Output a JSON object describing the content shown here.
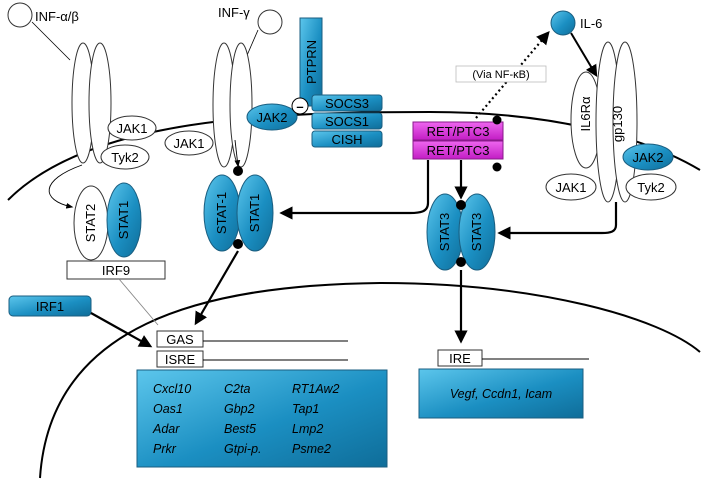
{
  "ligands": {
    "ifn_ab": "INF-α/β",
    "ifn_g": "INF-γ",
    "il6": "IL-6"
  },
  "receptor_labels": {
    "il6r": "IL6Rα",
    "gp130": "gp130"
  },
  "kinases": {
    "jak1_a": "JAK1",
    "tyk2_a": "Tyk2",
    "jak1_b": "JAK1",
    "jak2_b": "JAK2",
    "jak2_c": "JAK2",
    "jak1_c": "JAK1",
    "tyk2_c": "Tyk2"
  },
  "regulators": {
    "ptprn": "PTPRN",
    "socs3": "SOCS3",
    "socs1": "SOCS1",
    "cish": "CISH",
    "minus": "–"
  },
  "ret": {
    "top": "RET/PTC3",
    "bottom": "RET/PTC3",
    "via_label": "(Via NF-κB)"
  },
  "stats": {
    "stat2": "STAT2",
    "stat1_a": "STAT1",
    "irf9": "IRF9",
    "stat1_b1": "STAT-1",
    "stat1_b2": "STAT1",
    "stat3_1": "STAT3",
    "stat3_2": "STAT3"
  },
  "irf1": "IRF1",
  "elements": {
    "gas": "GAS",
    "isre": "ISRE",
    "ire": "IRE"
  },
  "genes_left": {
    "col1": [
      "Cxcl10",
      "Oas1",
      "Adar",
      "Prkr"
    ],
    "col2": [
      "C2ta",
      "Gbp2",
      "Best5",
      "Gtpi-p."
    ],
    "col3": [
      "RT1Aw2",
      "Tap1",
      "Lmp2",
      "Psme2"
    ]
  },
  "genes_right": "Vegf, Ccdn1, Icam",
  "colors": {
    "blue": "#1b8fc2",
    "magenta": "#d22ad4",
    "white": "#ffffff"
  }
}
